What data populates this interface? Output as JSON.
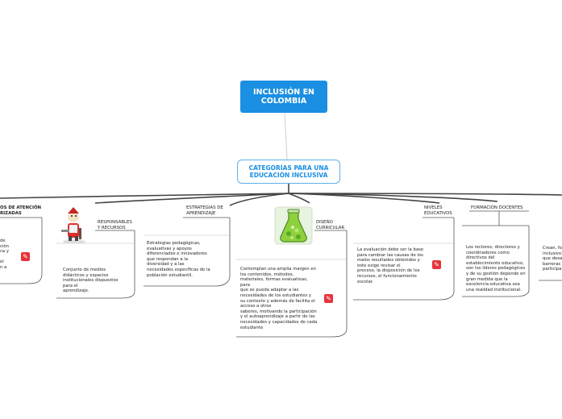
{
  "root": {
    "title": "INCLUSIÓN EN COLOMBIA"
  },
  "main_topic": {
    "title": "CATEGORÍAS PARA UNA EDUCACIÓN INCLUSIVA"
  },
  "branches": [
    {
      "label": "OS DE ATENCIÓN\nRIZADAS",
      "content": "de\nción\nca y\n\nel\nn a"
    },
    {
      "label": "RESPONSABLES\nY RECURSOS",
      "content": "Conjunto de medios\ndidácticos y espacios\ninstitucionales dispuestos\npara el\naprendizaje."
    },
    {
      "label": "ESTRATEGIAS DE\nAPRENDIZAJE",
      "content": "Estrategias pedagógicas,\nevaluativas y apoyos\ndiferenciados e innovadores\nque respondan a la\ndiversidad y a las\nnecesidades específicas de la\npoblación estudiantil."
    },
    {
      "label": "DISEÑO\nCURRICULAR",
      "content": "Contemplan una amplia margen en\nlos contenidos, métodos,\nmateriales, formas evaluativas,\npara\nque se pueda adaptar a las\nnecesidades de los estudiantes y\nsu contexto y además de facilita el\nacceso a otros\nsaberes, motivando la participación\ny el autoaprendizaje a partir de las\nnecesidades y capacidades de cada\nestudiante"
    },
    {
      "label": "NIVELES\nEDUCATIVOS",
      "content": "La evaluación debe ser la base\npara cambiar las causas de los\nmalos resultados obtenidos y\neste exige revisar el\nproceso, la disposición de los\nrecursos, el funcionamiento\nescolar."
    },
    {
      "label": "FORMACIÓN DOCENTES",
      "content": "Los rectores, directores y\ncoordinadores como\ndirectivos del\nestablecimiento educativo,\nson los líderes pedagógicos\ny de su gestión depende en\ngran medida que la\nexcelencia educativa sea\nuna realidad institucional."
    },
    {
      "label": "",
      "content": "Crean, fo\ninclusivo\nque desa\nbarreras\nparticipa"
    }
  ],
  "colors": {
    "root_fill": "#1b8fe2",
    "main_border": "#5fb0ea",
    "connector": "#555555",
    "pin": "#e8323a"
  }
}
